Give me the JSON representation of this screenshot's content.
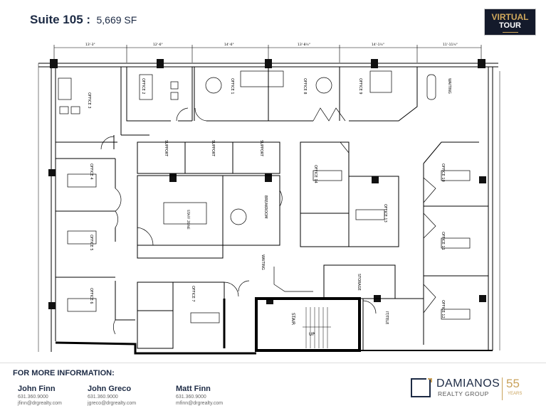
{
  "header": {
    "suite": "Suite 105 :",
    "area": "5,669 SF"
  },
  "virtual_tour": {
    "line1": "VIRTUAL",
    "line2": "TOUR"
  },
  "plan": {
    "rooms": {
      "office1": "OFFICE 1",
      "office2": "OFFICE 2",
      "office3": "OFFICE 3",
      "office4": "OFFICE 4",
      "office5": "OFFICE 5",
      "office6": "OFFICE 6",
      "office7": "OFFICE 7",
      "office8": "OFFICE 8",
      "office9": "OFFICE 9",
      "office10": "OFFICE 10",
      "office11": "OFFICE 11",
      "office12": "OFFICE 12",
      "office13": "OFFICE 13",
      "office14": "OFFICE 14",
      "waiting_top": "WAITING",
      "waiting_mid": "WAITING",
      "support1": "SUPPORT",
      "support2": "SUPPORT",
      "support3": "SUPPORT",
      "staff_zone": "STAFF ZONE",
      "breakroom": "BREAKROOM",
      "storage": "STORAGE",
      "stair": "STAIR",
      "up": "UP",
      "it_tele": "IT/TELE"
    },
    "dimensions_top": [
      "13'-3\"",
      "12'-6\"",
      "14'-6\"",
      "13'-8½\"",
      "14'-1½\"",
      "11'-11½\""
    ]
  },
  "footer": {
    "heading": "FOR MORE INFORMATION:",
    "contacts": [
      {
        "name": "John Finn",
        "phone": "631.360.9000",
        "email": "jfinn@drgrealty.com"
      },
      {
        "name": "John Greco",
        "phone": "631.360.9000",
        "email": "jgreco@drgrealty.com"
      },
      {
        "name": "Matt Finn",
        "phone": "631.360.9000",
        "email": "mfinn@drgrealty.com"
      }
    ],
    "logo": {
      "name": "DAMIANOS",
      "sub": "REALTY GROUP",
      "years": "55",
      "years_label": "YEARS"
    }
  }
}
